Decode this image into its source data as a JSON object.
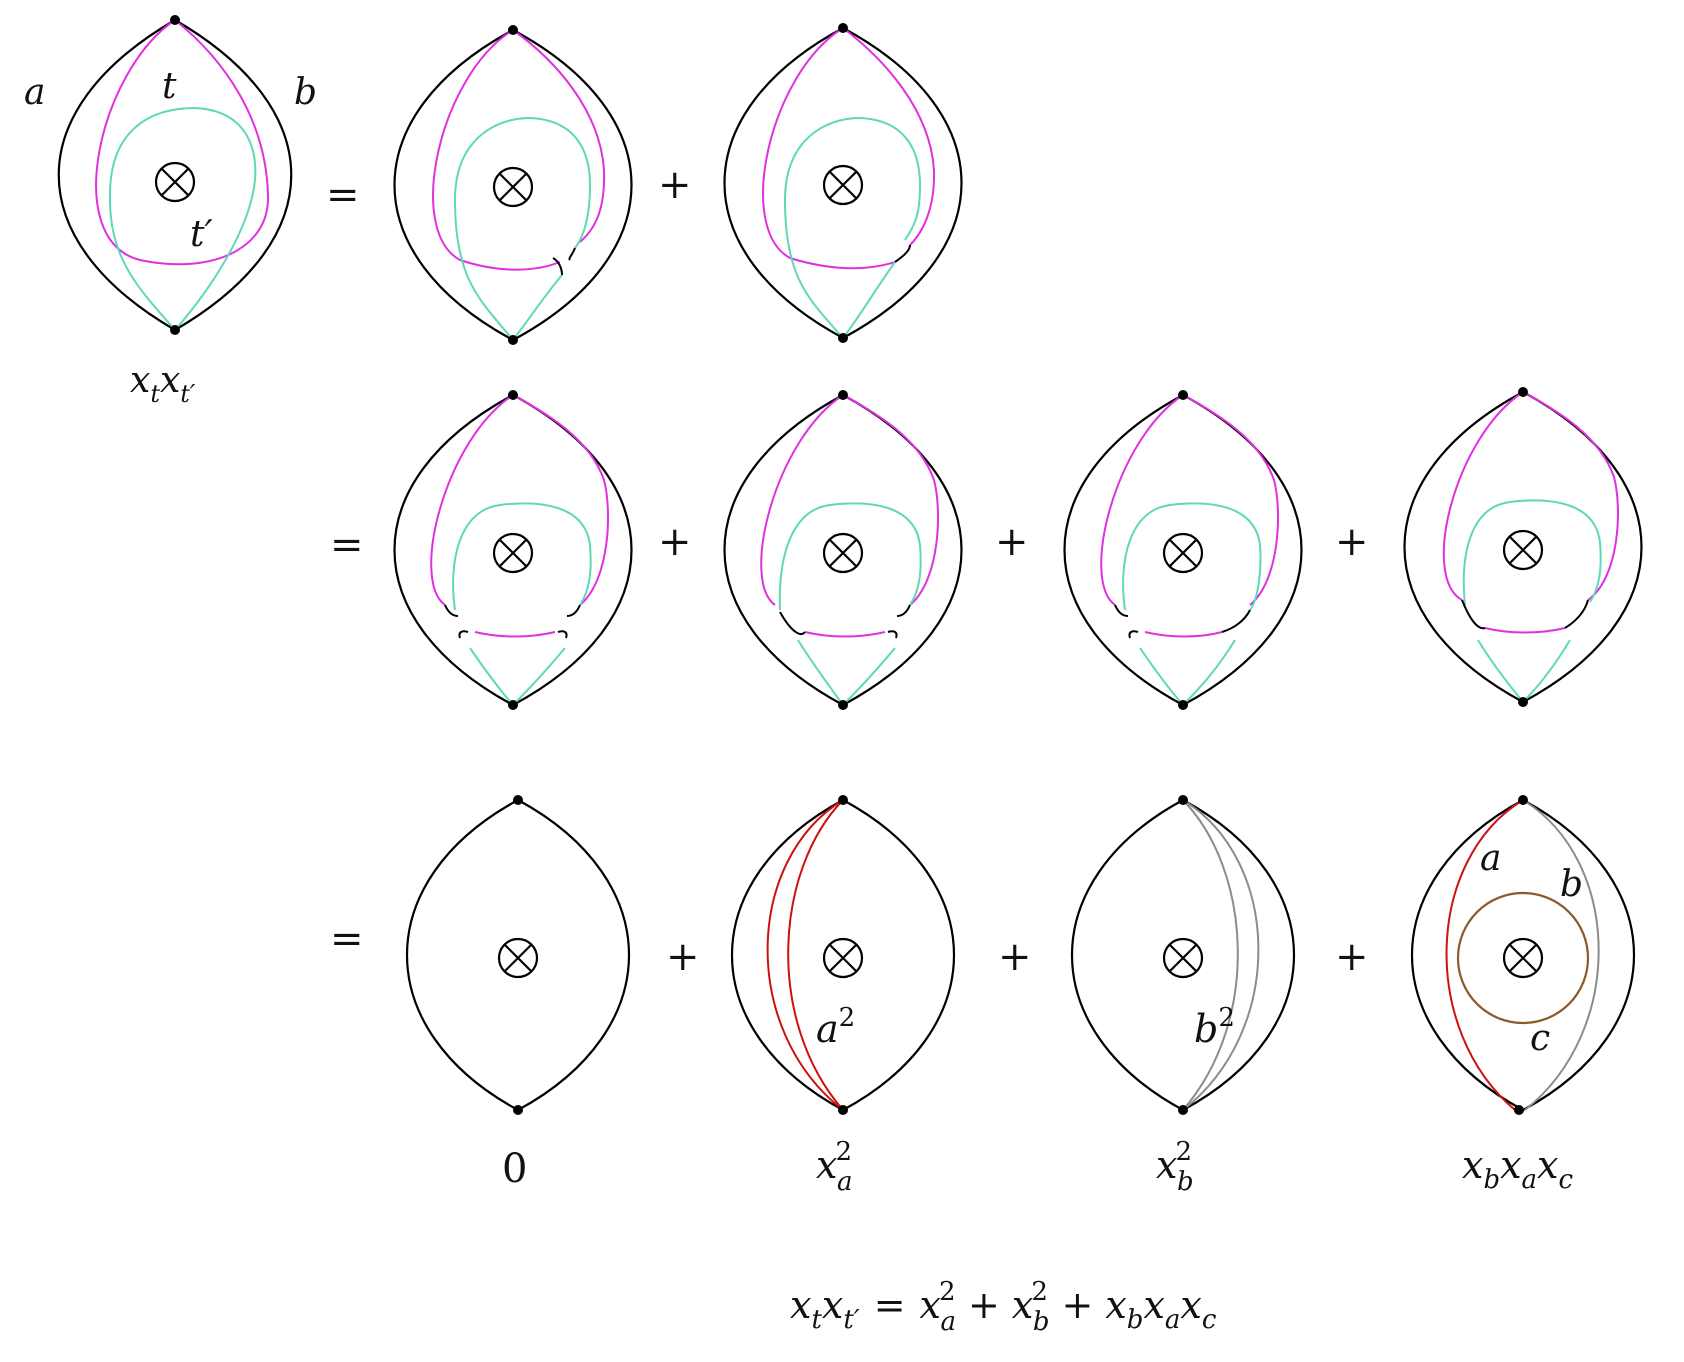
{
  "colors": {
    "outline": "#000000",
    "arc_t": "#e030e0",
    "arc_tprime": "#5fd8b8",
    "arc_a": "#cc1111",
    "arc_b": "#8c8c8c",
    "arc_c": "#8b5a2b"
  },
  "icons": {
    "puncture": "circle-times-icon"
  },
  "labels": {
    "edge_a": "a",
    "edge_b": "b",
    "arc_t": "t",
    "arc_tprime": "t′",
    "product_lhs": {
      "base1": "x",
      "sub1": "t",
      "base2": "x",
      "sub2": "t′"
    },
    "equals": "=",
    "plus": "+"
  },
  "row3": {
    "term1_caption": "0",
    "term2_arc_label": {
      "base": "a",
      "sup": "2"
    },
    "term2_caption": {
      "base": "x",
      "sub": "a",
      "sup": "2"
    },
    "term3_arc_label": {
      "base": "b",
      "sup": "2"
    },
    "term3_caption": {
      "base": "x",
      "sub": "b",
      "sup": "2"
    },
    "term4_labels": {
      "a": "a",
      "b": "b",
      "c": "c"
    },
    "term4_caption": {
      "x1": "x",
      "s1": "b",
      "x2": "x",
      "s2": "a",
      "x3": "x",
      "s3": "c"
    }
  },
  "final_equation": {
    "lhs": {
      "base1": "x",
      "sub1": "t",
      "base2": "x",
      "sub2": "t′"
    },
    "eq": "=",
    "t1": {
      "base": "x",
      "sub": "a",
      "sup": "2"
    },
    "plus1": "+",
    "t2": {
      "base": "x",
      "sub": "b",
      "sup": "2"
    },
    "plus2": "+",
    "t3": {
      "x1": "x",
      "s1": "b",
      "x2": "x",
      "s2": "a",
      "x3": "x",
      "s3": "c"
    }
  }
}
